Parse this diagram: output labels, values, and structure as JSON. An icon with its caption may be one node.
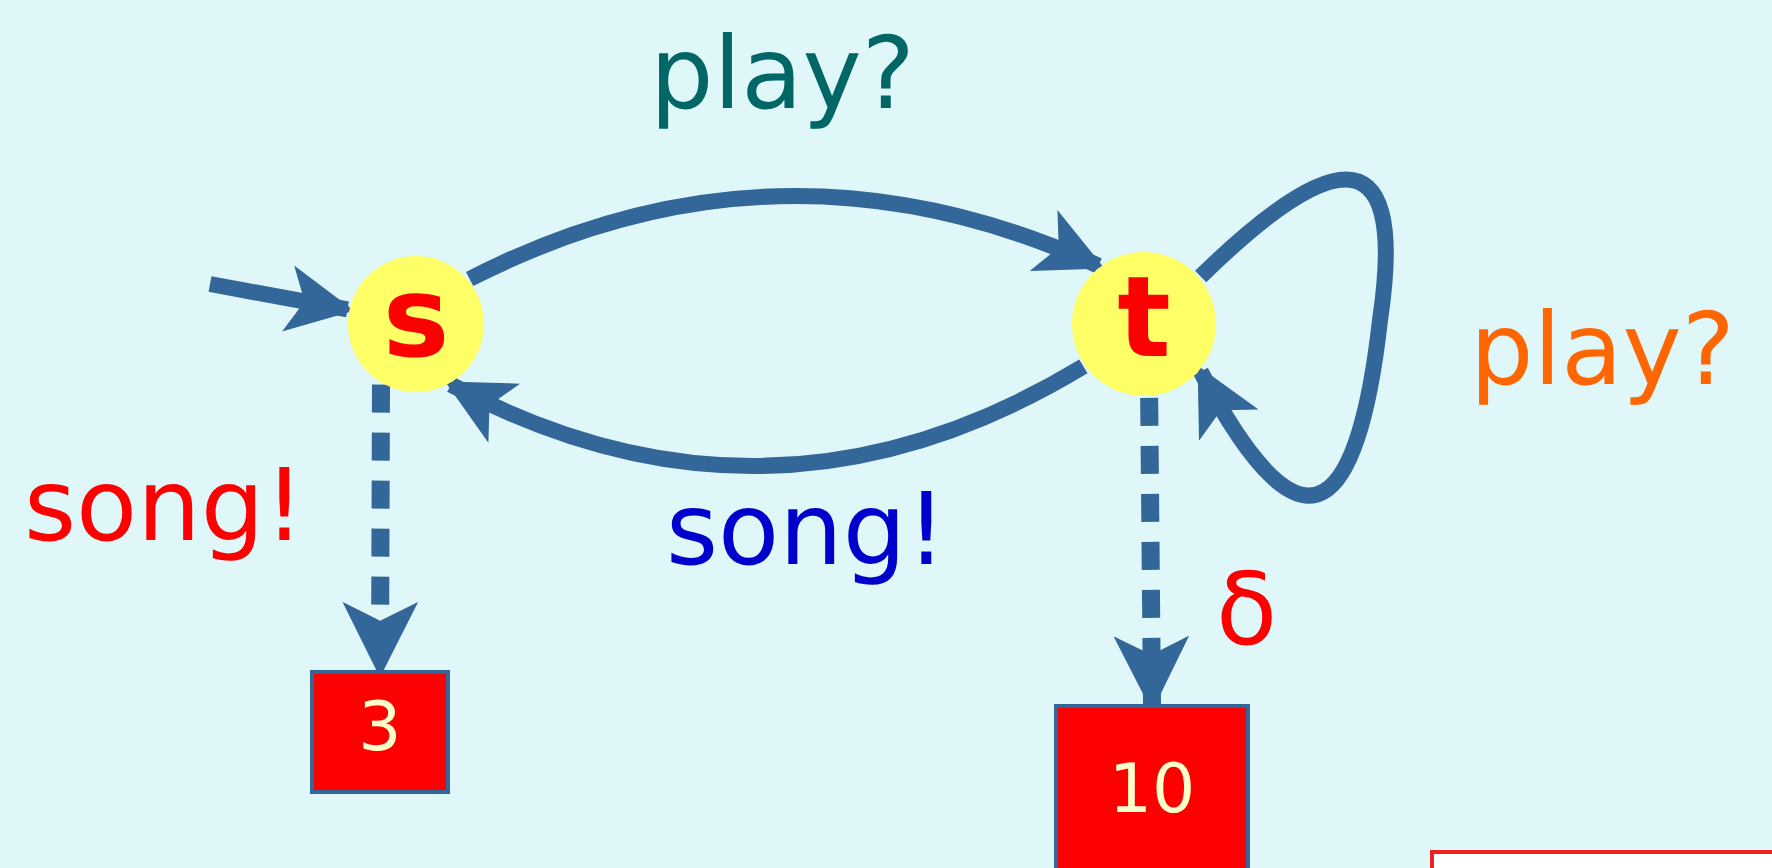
{
  "diagram": {
    "nodes": [
      {
        "text": [
          "s"
        ]
      },
      {
        "text": [
          "t"
        ]
      },
      {
        "text": [
          "3"
        ]
      },
      {
        "text": [
          "10"
        ]
      },
      {
        "text": [],
        "shape": "box"
      }
    ],
    "edges": [
      {
        "from": null,
        "to": 0,
        "arrow": "to"
      },
      {
        "from": 0,
        "to": 1,
        "arrow": "to",
        "label": "play?"
      },
      {
        "from": 1,
        "to": 0,
        "arrow": "to",
        "label": "song!"
      },
      {
        "from": 1,
        "to": 1,
        "arrow": "to",
        "label": "play?"
      },
      {
        "from": 0,
        "to": 2,
        "arrow": "to",
        "label": "song!",
        "style": "dashed"
      },
      {
        "from": 1,
        "to": 3,
        "arrow": "to",
        "label": "δ",
        "style": "dashed"
      }
    ]
  }
}
